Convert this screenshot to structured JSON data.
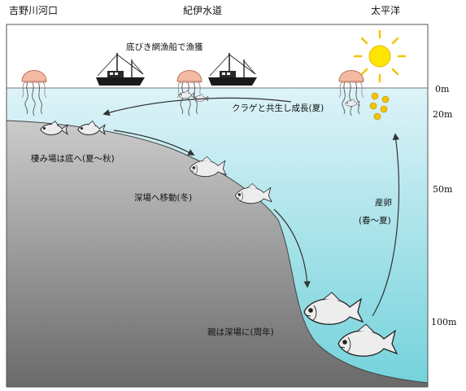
{
  "header": {
    "left": "吉野川河口",
    "center": "紀伊水道",
    "right": "太平洋"
  },
  "labels": {
    "fishing": "底びき網漁船で漁獲",
    "symbiosis": "クラゲと共生し成長(夏)",
    "live_bottom": "棲み場は底へ(夏～秋)",
    "move_deep": "深場へ移動(冬)",
    "spawn_line1": "産卵",
    "spawn_line2": "(春～夏)",
    "parents_deep": "親は深場に(周年)"
  },
  "depths": [
    "0m",
    "20m",
    "50m",
    "100m"
  ],
  "colors": {
    "sky": "#ffffff",
    "water_top": "#ddf3f8",
    "water_bottom": "#73d2db",
    "seabed_light": "#c9c9c9",
    "seabed_dark": "#6c6c6c",
    "sun": "#ffe500",
    "jellyfish": "#f4b9a3"
  }
}
